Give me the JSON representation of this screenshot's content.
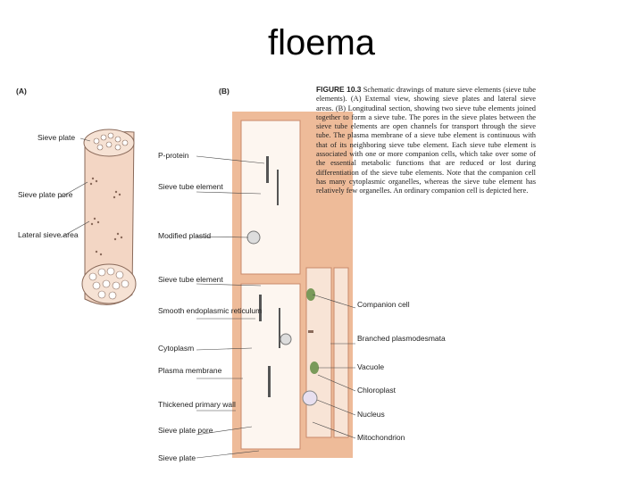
{
  "slide": {
    "title": "floema"
  },
  "figure": {
    "panel_a": "(A)",
    "panel_b": "(B)",
    "caption_label": "FIGURE 10.3",
    "caption_text": "Schematic drawings of mature sieve elements (sieve tube elements). (A) External view, showing sieve plates and lateral sieve areas. (B) Longitudinal section, showing two sieve tube elements joined together to form a sieve tube. The pores in the sieve plates between the sieve tube elements are open channels for transport through the sieve tube. The plasma membrane of a sieve tube element is continuous with that of its neighboring sieve tube element. Each sieve tube element is associated with one or more companion cells, which take over some of the essential metabolic functions that are reduced or lost during differentiation of the sieve tube elements. Note that the companion cell has many cytoplasmic organelles, whereas the sieve tube element has relatively few organelles. An ordinary companion cell is depicted here.",
    "labels_a": [
      "Sieve plate",
      "Sieve plate pore",
      "Lateral sieve area"
    ],
    "labels_b_left": [
      "P-protein",
      "Sieve tube element",
      "Modified plastid",
      "Sieve tube element",
      "Smooth endoplasmic reticulum",
      "Cytoplasm",
      "Plasma membrane",
      "Thickened primary wall",
      "Sieve plate pore",
      "Sieve plate"
    ],
    "labels_b_right": [
      "Companion cell",
      "Branched plasmodesmata",
      "Vacuole",
      "Chloroplast",
      "Nucleus",
      "Mitochondrion"
    ]
  },
  "colors": {
    "wall": "#eebb99",
    "cell": "#f8e4d6",
    "lumen": "#fdf6f0",
    "organelle": "#7a9a5a"
  }
}
